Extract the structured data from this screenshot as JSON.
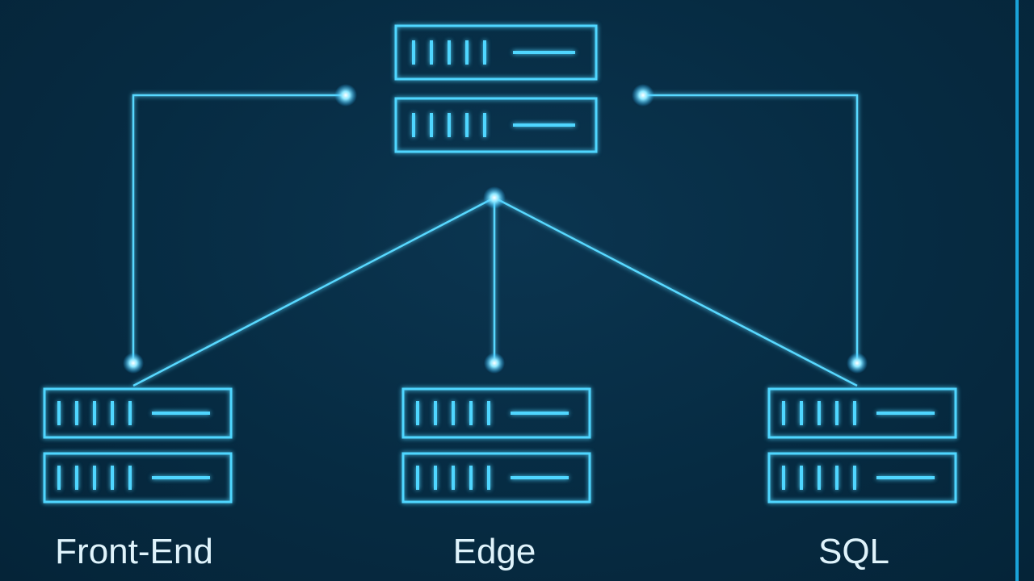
{
  "diagram": {
    "nodes": {
      "top": {
        "label": ""
      },
      "frontend": {
        "label": "Front-End"
      },
      "edge": {
        "label": "Edge"
      },
      "sql": {
        "label": "SQL"
      }
    },
    "connections": [
      {
        "from": "top",
        "to": "frontend"
      },
      {
        "from": "top",
        "to": "edge"
      },
      {
        "from": "top",
        "to": "sql"
      }
    ]
  },
  "colors": {
    "background": "#062a40",
    "accent": "#4fd6ff",
    "label": "#dff3fb",
    "right_bar": "#1aa3d9"
  }
}
